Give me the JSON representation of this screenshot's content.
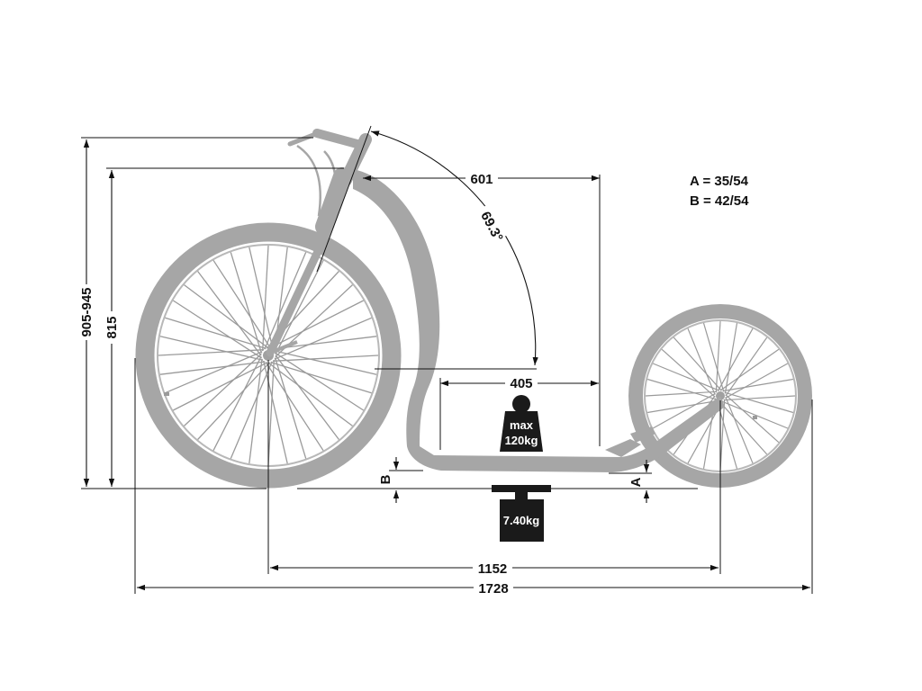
{
  "dimensions": {
    "overall_height": "905-945",
    "saddle_height": "815",
    "reach": "601",
    "head_angle": "69.3°",
    "deck_length": "405",
    "wheelbase": "1152",
    "overall_length": "1728",
    "ground_clearance_front_label": "B",
    "ground_clearance_rear_label": "A"
  },
  "legend": {
    "a": "A = 35/54",
    "b": "B = 42/54"
  },
  "max_load": {
    "line1": "max",
    "line2": "120kg"
  },
  "weight": {
    "value": "7.40kg"
  },
  "colors": {
    "frame": "#a6a6a6",
    "tire": "#a6a6a6",
    "spoke": "#9a9a9a",
    "dimension": "#111111",
    "weight_block": "#1a1a1a"
  }
}
